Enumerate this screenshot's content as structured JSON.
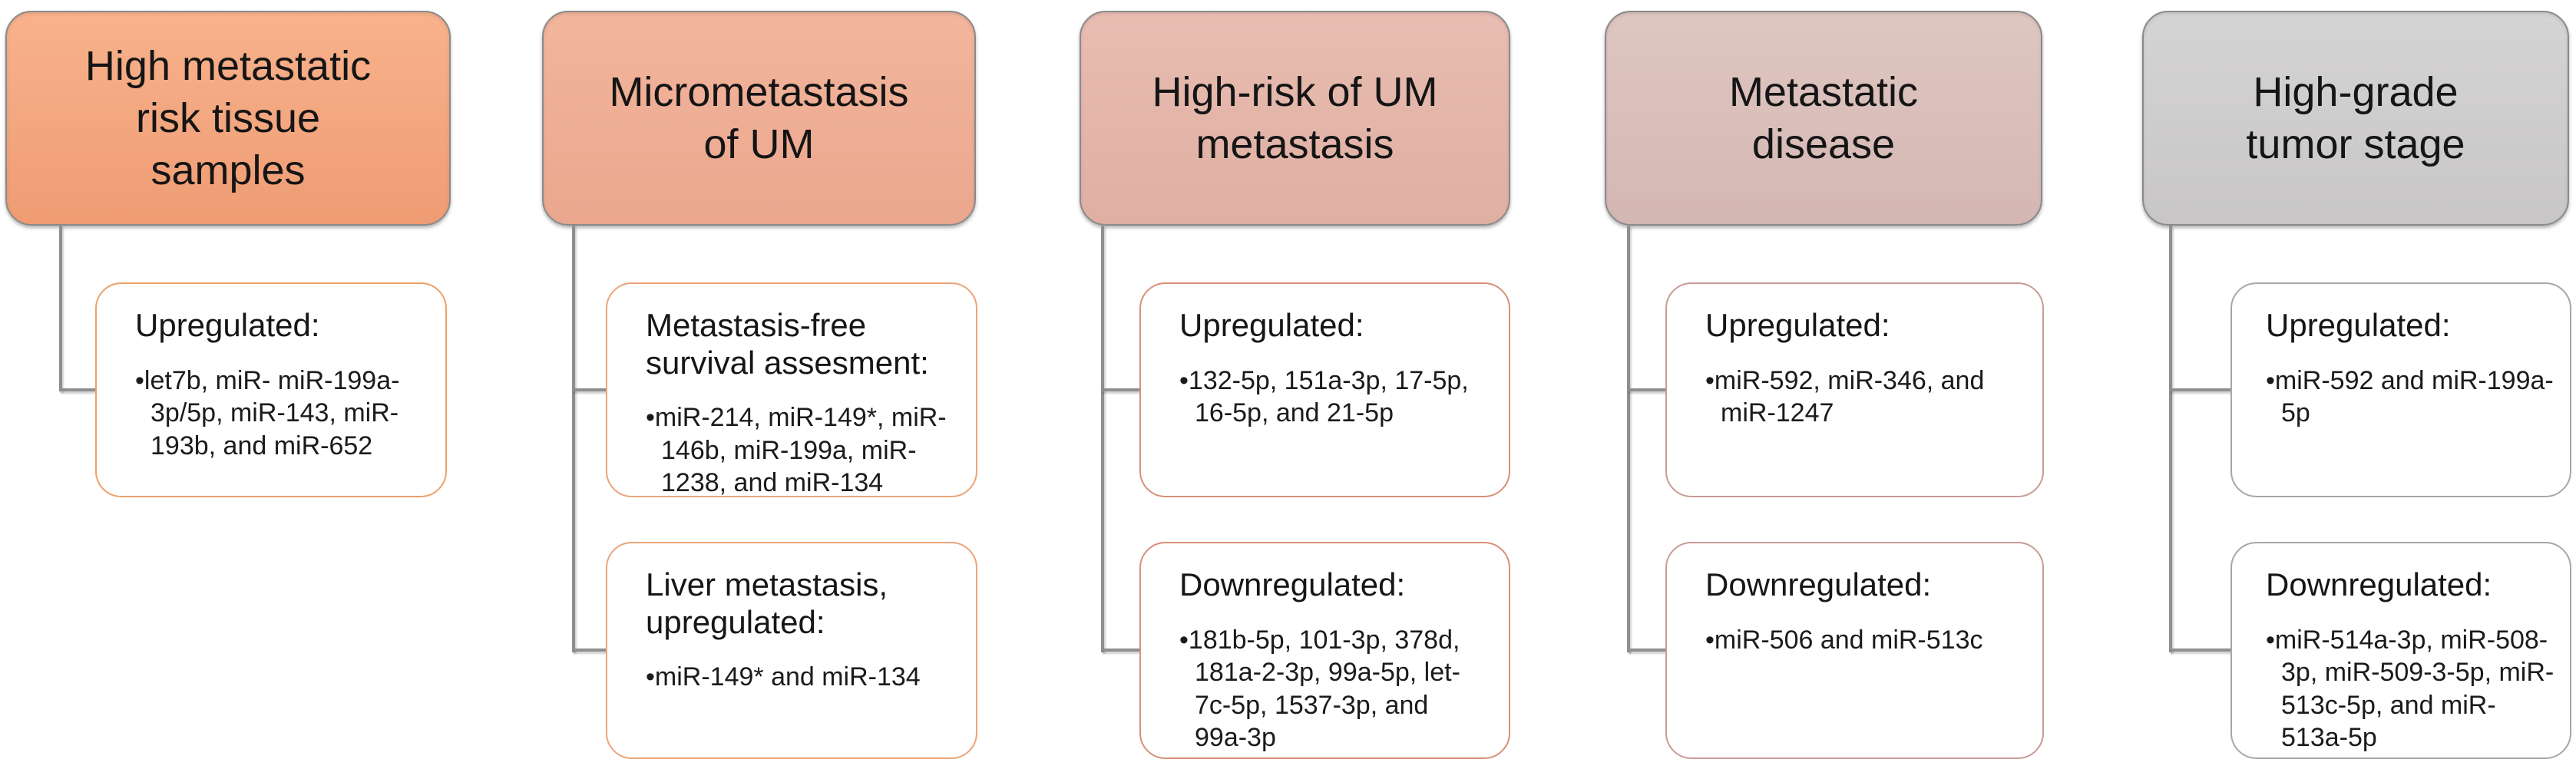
{
  "figure_type": "smartart-hierarchy-diagram",
  "bullet_marker": "•",
  "connector_color": "#8F8F8F",
  "columns": [
    {
      "header": "High metastatic\nrisk tissue\nsamples",
      "colors": {
        "header_top": "#F8B28C",
        "header_bottom": "#EF9C73",
        "child_border": "#EDA168"
      },
      "children": [
        {
          "title": "Upregulated:",
          "bullet": "let7b, miR- miR-199a-3p/5p, miR-143, miR-193b, and miR-652"
        }
      ]
    },
    {
      "header": "Micrometastasis\nof UM",
      "colors": {
        "header_top": "#F3B59C",
        "header_bottom": "#EAA78E",
        "child_border": "#ECA478"
      },
      "children": [
        {
          "title": "Metastasis-free survival assesment:",
          "bullet": "miR-214, miR-149*, miR-146b, miR-199a, miR-1238, and miR-134"
        },
        {
          "title": "Liver metastasis, upregulated:",
          "bullet": "miR-149* and miR-134"
        }
      ]
    },
    {
      "header": "High-risk of UM\nmetastasis",
      "colors": {
        "header_top": "#E9BDB1",
        "header_bottom": "#DFAFA3",
        "child_border": "#D89078"
      },
      "children": [
        {
          "title": "Upregulated:",
          "bullet": "132-5p, 151a-3p, 17-5p, 16-5p, and 21-5p"
        },
        {
          "title": "Downregulated:",
          "bullet": "181b-5p, 101-3p, 378d, 181a-2-3p, 99a-5p, let-7c-5p, 1537-3p, and 99a-3p"
        }
      ]
    },
    {
      "header": "Metastatic\ndisease",
      "colors": {
        "header_top": "#DFC6C1",
        "header_bottom": "#D4B7B3",
        "child_border": "#C89B95"
      },
      "children": [
        {
          "title": "Upregulated:",
          "bullet": "miR-592, miR-346, and miR-1247"
        },
        {
          "title": "Downregulated:",
          "bullet": "miR-506 and miR-513c"
        }
      ]
    },
    {
      "header": "High-grade\ntumor stage",
      "colors": {
        "header_top": "#D5D4D4",
        "header_bottom": "#C8C6C6",
        "child_border": "#A9A6A6"
      },
      "children": [
        {
          "title": "Upregulated:",
          "bullet": "miR-592 and miR-199a-5p"
        },
        {
          "title": "Downregulated:",
          "bullet": "miR-514a-3p, miR-508-3p, miR-509-3-5p, miR-513c-5p, and miR-513a-5p"
        }
      ]
    }
  ]
}
